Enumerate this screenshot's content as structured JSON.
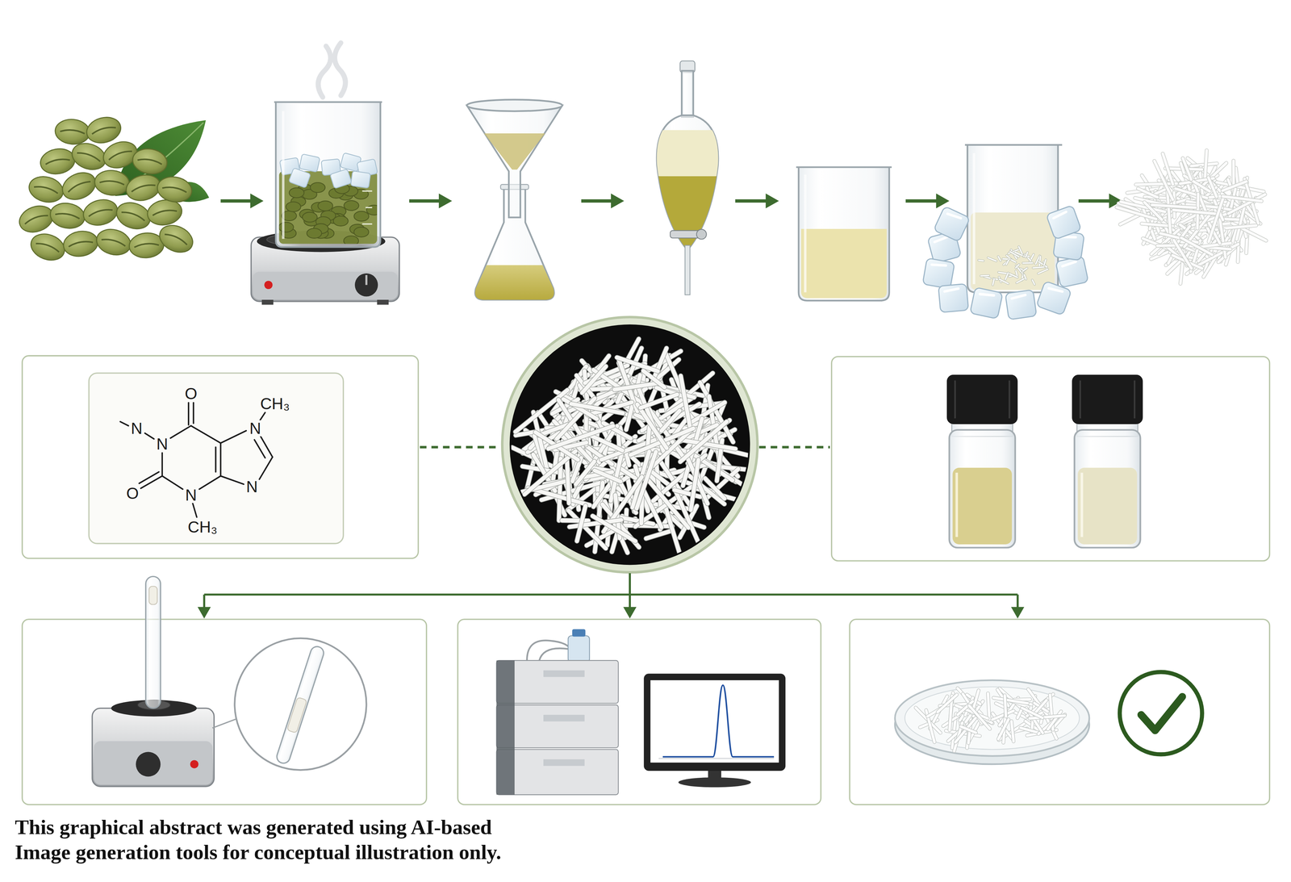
{
  "diagram": {
    "caption": "This graphical abstract was generated using AI-based Image generation tools for conceptual illustration only.",
    "labels": [
      "O",
      "CH₃",
      "N",
      "N",
      "N",
      "N",
      "O",
      "N",
      "CH₃"
    ]
  }
}
